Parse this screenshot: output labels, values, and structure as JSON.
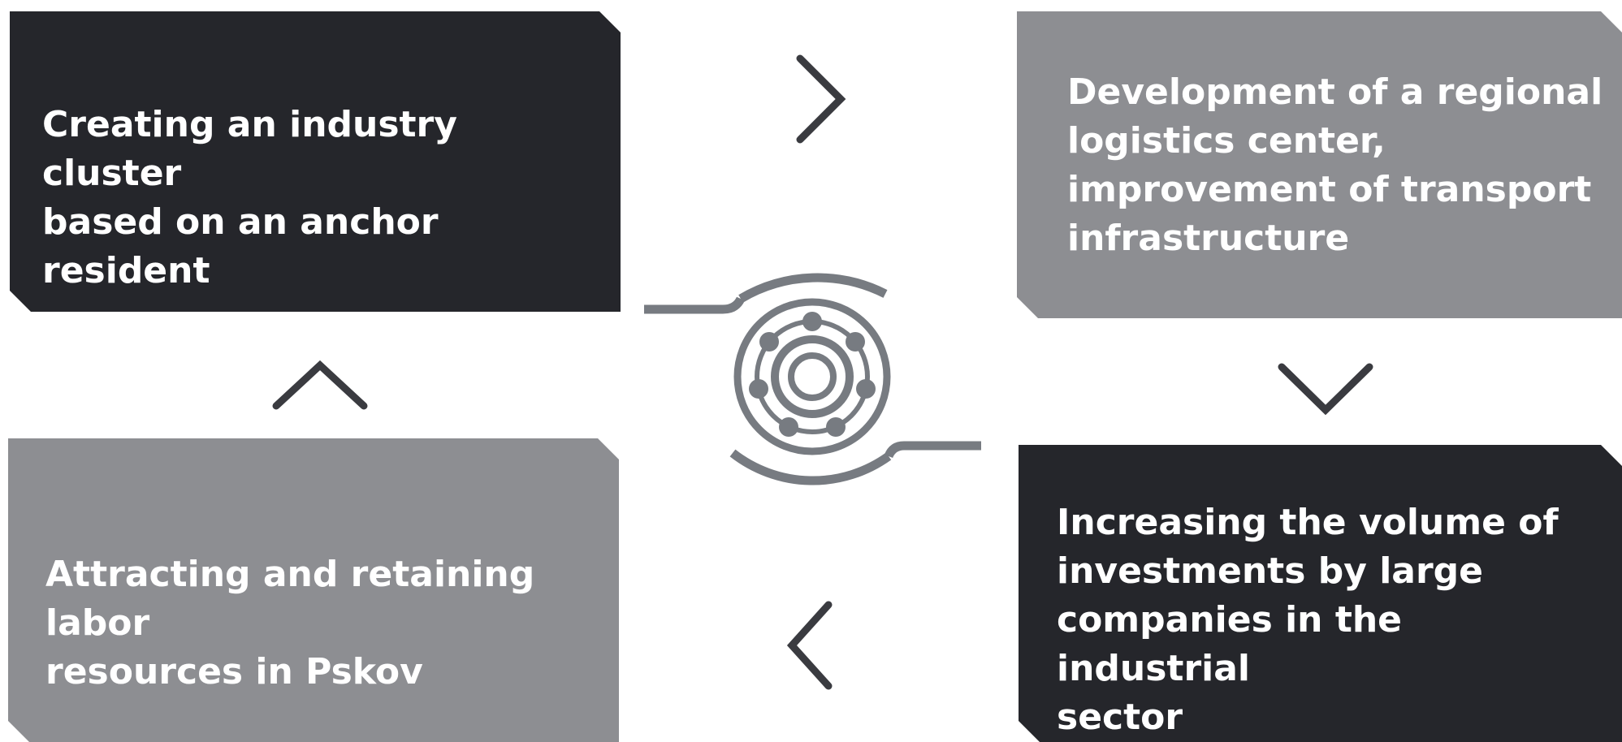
{
  "colors": {
    "dark": "#25262b",
    "gray": "#8d8e92",
    "icon": "#777b81",
    "arrow": "#3a3b40"
  },
  "boxes": {
    "top_left": "Creating an industry cluster\nbased on an anchor resident",
    "top_right": "Development of a regional\nlogistics center,\nimprovement of transport\ninfrastructure",
    "bottom_right": "Increasing the volume of\ninvestments by large\ncompanies in the industrial\nsector",
    "bottom_left": "Attracting and retaining labor\nresources in Pskov"
  },
  "arrows": {
    "top": "chevron-right",
    "right": "chevron-down",
    "bottom": "chevron-left",
    "left": "chevron-up"
  },
  "center_icon": "network-ring-icon"
}
